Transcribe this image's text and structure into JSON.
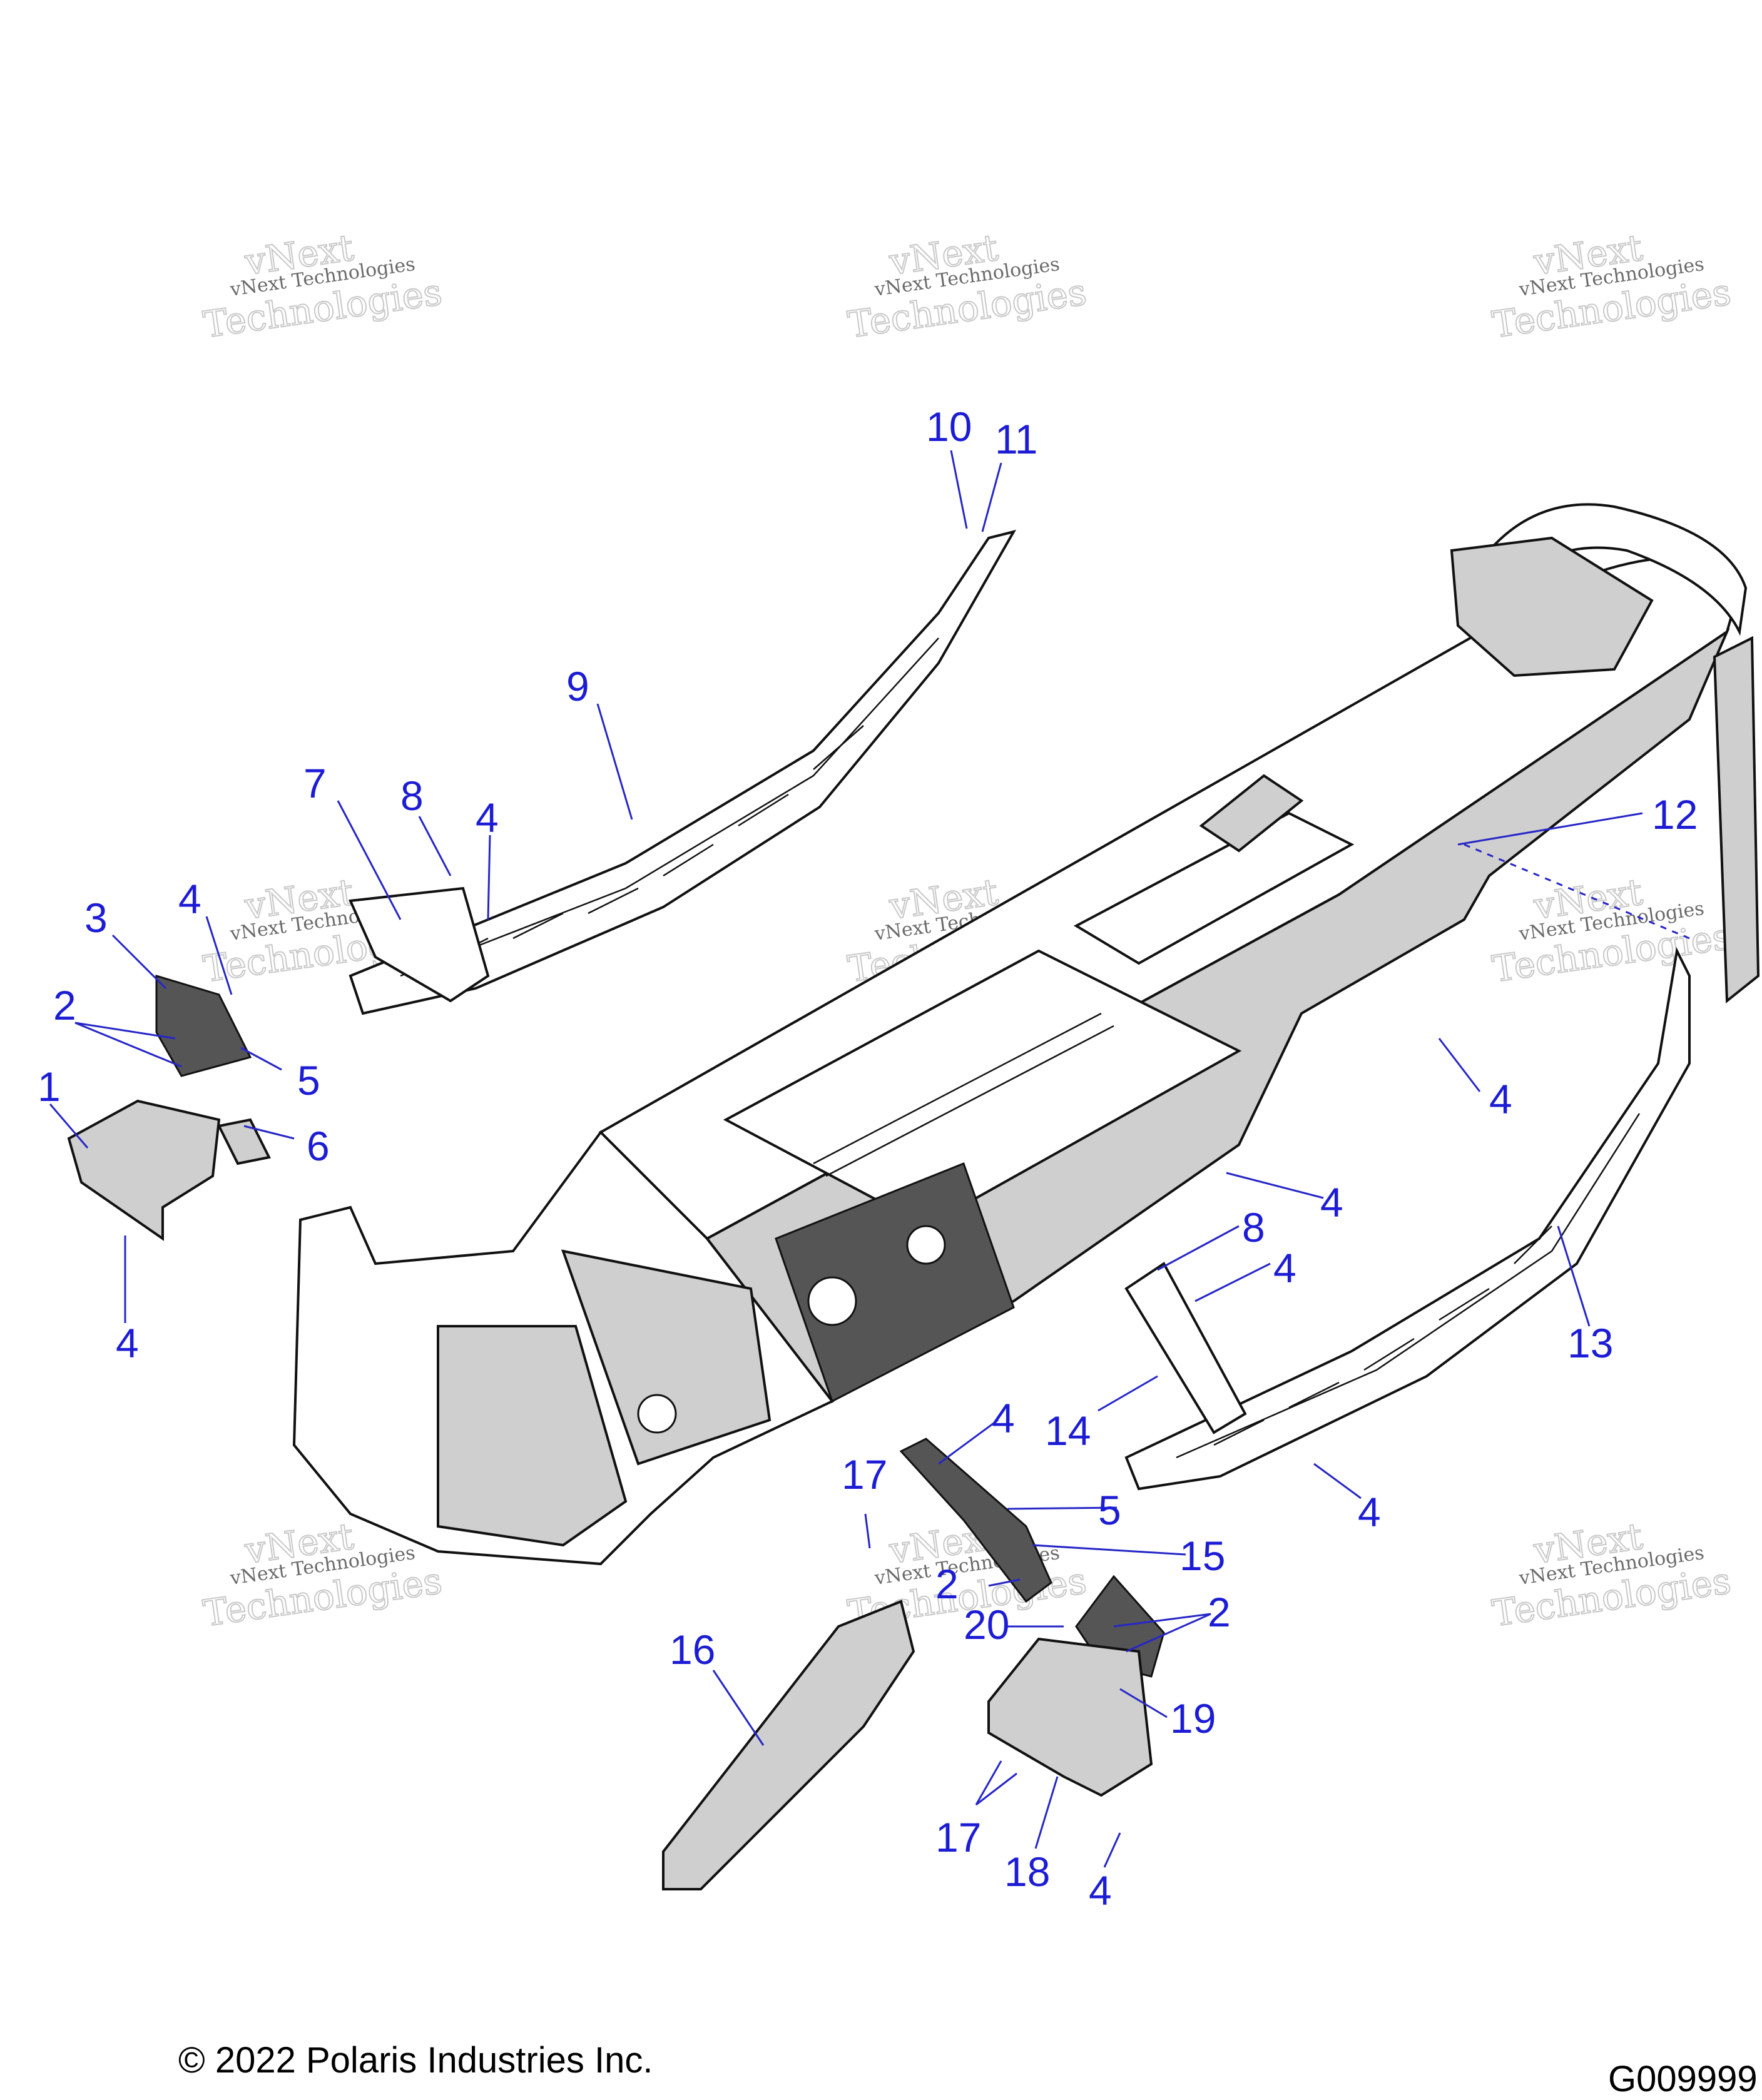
{
  "watermark": {
    "line1": "vNext",
    "line2": "vNext Technologies",
    "line3": "Technologies"
  },
  "callouts": [
    {
      "id": "c1",
      "label": "1"
    },
    {
      "id": "c2a",
      "label": "2"
    },
    {
      "id": "c3",
      "label": "3"
    },
    {
      "id": "c4a",
      "label": "4"
    },
    {
      "id": "c5a",
      "label": "5"
    },
    {
      "id": "c6",
      "label": "6"
    },
    {
      "id": "c4b",
      "label": "4"
    },
    {
      "id": "c7",
      "label": "7"
    },
    {
      "id": "c8a",
      "label": "8"
    },
    {
      "id": "c4c",
      "label": "4"
    },
    {
      "id": "c9",
      "label": "9"
    },
    {
      "id": "c10",
      "label": "10"
    },
    {
      "id": "c11",
      "label": "11"
    },
    {
      "id": "c12",
      "label": "12"
    },
    {
      "id": "c4d",
      "label": "4"
    },
    {
      "id": "c4e",
      "label": "4"
    },
    {
      "id": "c8b",
      "label": "8"
    },
    {
      "id": "c4f",
      "label": "4"
    },
    {
      "id": "c13",
      "label": "13"
    },
    {
      "id": "c14",
      "label": "14"
    },
    {
      "id": "c4g",
      "label": "4"
    },
    {
      "id": "c4h",
      "label": "4"
    },
    {
      "id": "c5b",
      "label": "5"
    },
    {
      "id": "c15",
      "label": "15"
    },
    {
      "id": "c17a",
      "label": "17"
    },
    {
      "id": "c2b",
      "label": "2"
    },
    {
      "id": "c20",
      "label": "20"
    },
    {
      "id": "c2c",
      "label": "2"
    },
    {
      "id": "c16",
      "label": "16"
    },
    {
      "id": "c19",
      "label": "19"
    },
    {
      "id": "c17b",
      "label": "17"
    },
    {
      "id": "c18",
      "label": "18"
    },
    {
      "id": "c4i",
      "label": "4"
    }
  ],
  "footer": {
    "copyright": "© 2022 Polaris Industries Inc.",
    "figure_code": "G009999"
  },
  "colors": {
    "callout": "#1c1cd6",
    "line_art": "#111111",
    "shade": "#cfcfcf"
  }
}
